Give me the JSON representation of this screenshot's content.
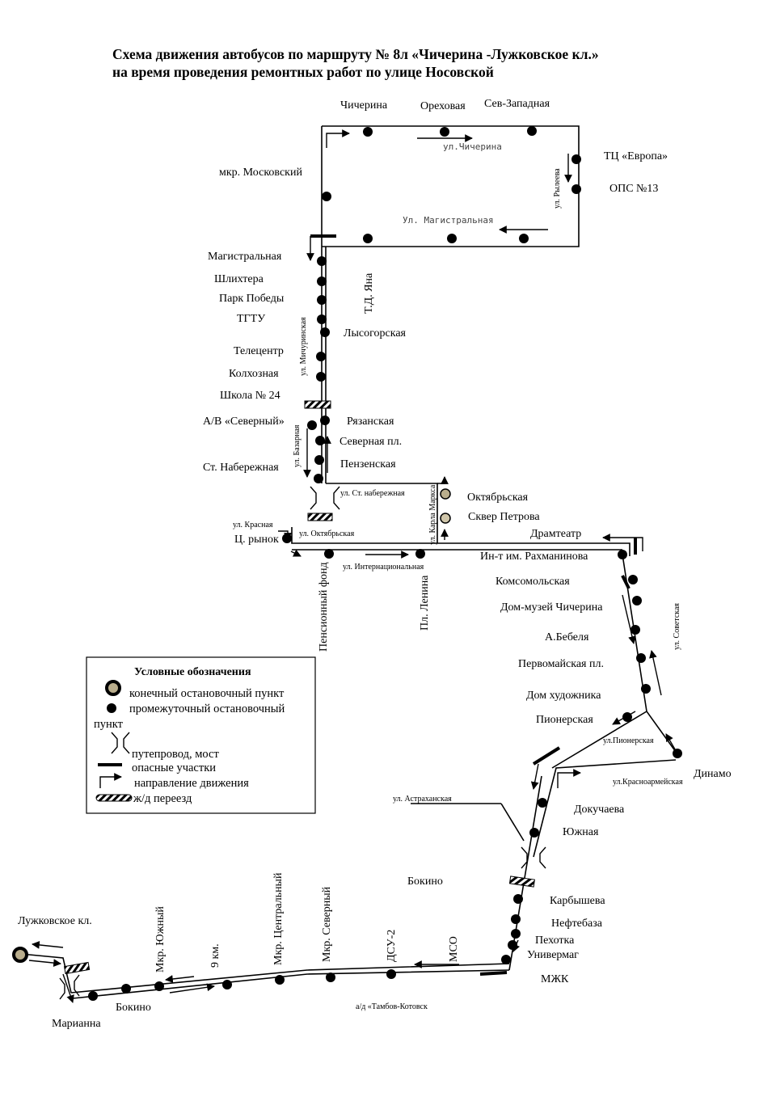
{
  "title": {
    "line1": "Схема движения автобусов по маршруту № 8л «Чичерина -Лужковское кл.»",
    "line2": "на время проведения ремонтных работ по улице Носовской"
  },
  "stops": {
    "chicherina": "Чичерина",
    "orekhovaya": "Ореховая",
    "sev_zapadnaya": "Сев-Западная",
    "tc_evropa": "ТЦ «Европа»",
    "ops13": "ОПС №13",
    "mkr_moskovsky": "мкр. Московский",
    "magistralnaya": "Магистральная",
    "td_yana": "Т.Д. Яна",
    "shlikhtera": "Шлихтера",
    "park_pobedy": "Парк Победы",
    "tgtu": "ТГТУ",
    "lysogorskaya": "Лысогорская",
    "telecentr": "Телецентр",
    "kolkhoznaya": "Колхозная",
    "shkola24": "Школа № 24",
    "av_severny": "А/В «Северный»",
    "ryazanskaya": "Рязанская",
    "severnaya_pl": "Северная пл.",
    "penzenskaya": "Пензенская",
    "st_naberezhnaya": "Ст. Набережная",
    "oktyabrskaya": "Октябрьская",
    "skver_petrova": "Сквер Петрова",
    "dramteatr": "Драмтеатр",
    "c_rynok": "Ц. рынок",
    "pensionny_fond": "Пенсионный фонд",
    "pl_lenina": "Пл. Ленина",
    "int_rakhmaninova": "Ин-т им. Рахманинова",
    "komsomolskaya": "Комсомольская",
    "dom_muzei": "Дом-музей Чичерина",
    "a_bebelya": "А.Бебеля",
    "pervomaiskaya": "Первомайская пл.",
    "dom_khudozhnika": "Дом художника",
    "pionerskaya": "Пионерская",
    "dinamo": "Динамо",
    "dokuchaeva": "Докучаева",
    "yuzhnaya": "Южная",
    "bokino_label": "Бокино",
    "karbysheva": "Карбышева",
    "neftebaza": "Нефтебаза",
    "pekhotka": "Пехотка",
    "univermag": "Универмаг",
    "mzhk": "МЖК",
    "mso": "МСО",
    "dsu2": "ДСУ-2",
    "mkr_severny": "Мкр. Северный",
    "mkr_centralny": "Мкр. Центральный",
    "km9": "9 км.",
    "mkr_yuzhny": "Мкр. Южный",
    "bokino": "Бокино",
    "marianna": "Марианна",
    "luzhkovskoe": "Лужковское кл."
  },
  "streets": {
    "chicherina": "ул.Чичерина",
    "magistralnaya": "Ул. Магистральная",
    "ryleeva": "ул. Рылеева",
    "michurinskaya": "ул. Мичуринская",
    "bazarnaya": "ул. Базарная",
    "st_naberezhnaya": "ул. Ст. набережная",
    "karla_marksa": "ул. Карла Маркса",
    "krasnaya": "ул. Красная",
    "oktyabrskaya": "ул. Октябрьская",
    "internacionalnaya": "ул. Интернациональная",
    "sovetskaya": "ул. Советская",
    "pionerskaya": "ул.Пионерская",
    "krasnoarmeiskaya": "ул.Красноармейская",
    "astrakhanskaya": "ул. Астраханская",
    "tambov_kotovsk": "а/д «Тамбов-Котовск"
  },
  "legend": {
    "title": "Условные обозначения",
    "terminal": "конечный остановочный пункт",
    "intermediate_1": "промежуточный остановочный",
    "intermediate_2": "пункт",
    "bridge": "путепровод, мост",
    "danger": "опасные участки",
    "direction": "направление движения",
    "railway": "ж/д переезд"
  },
  "colors": {
    "line": "#000000",
    "stop": "#000000",
    "terminal_fill": "#b9ad8c",
    "terminal_ring": "#000000"
  },
  "icons": {
    "stop": "filled-circle",
    "terminal": "ringed-circle",
    "bridge": "bridge-brackets",
    "danger": "thick-bar",
    "direction": "arrow",
    "railway": "hatched-bar"
  }
}
